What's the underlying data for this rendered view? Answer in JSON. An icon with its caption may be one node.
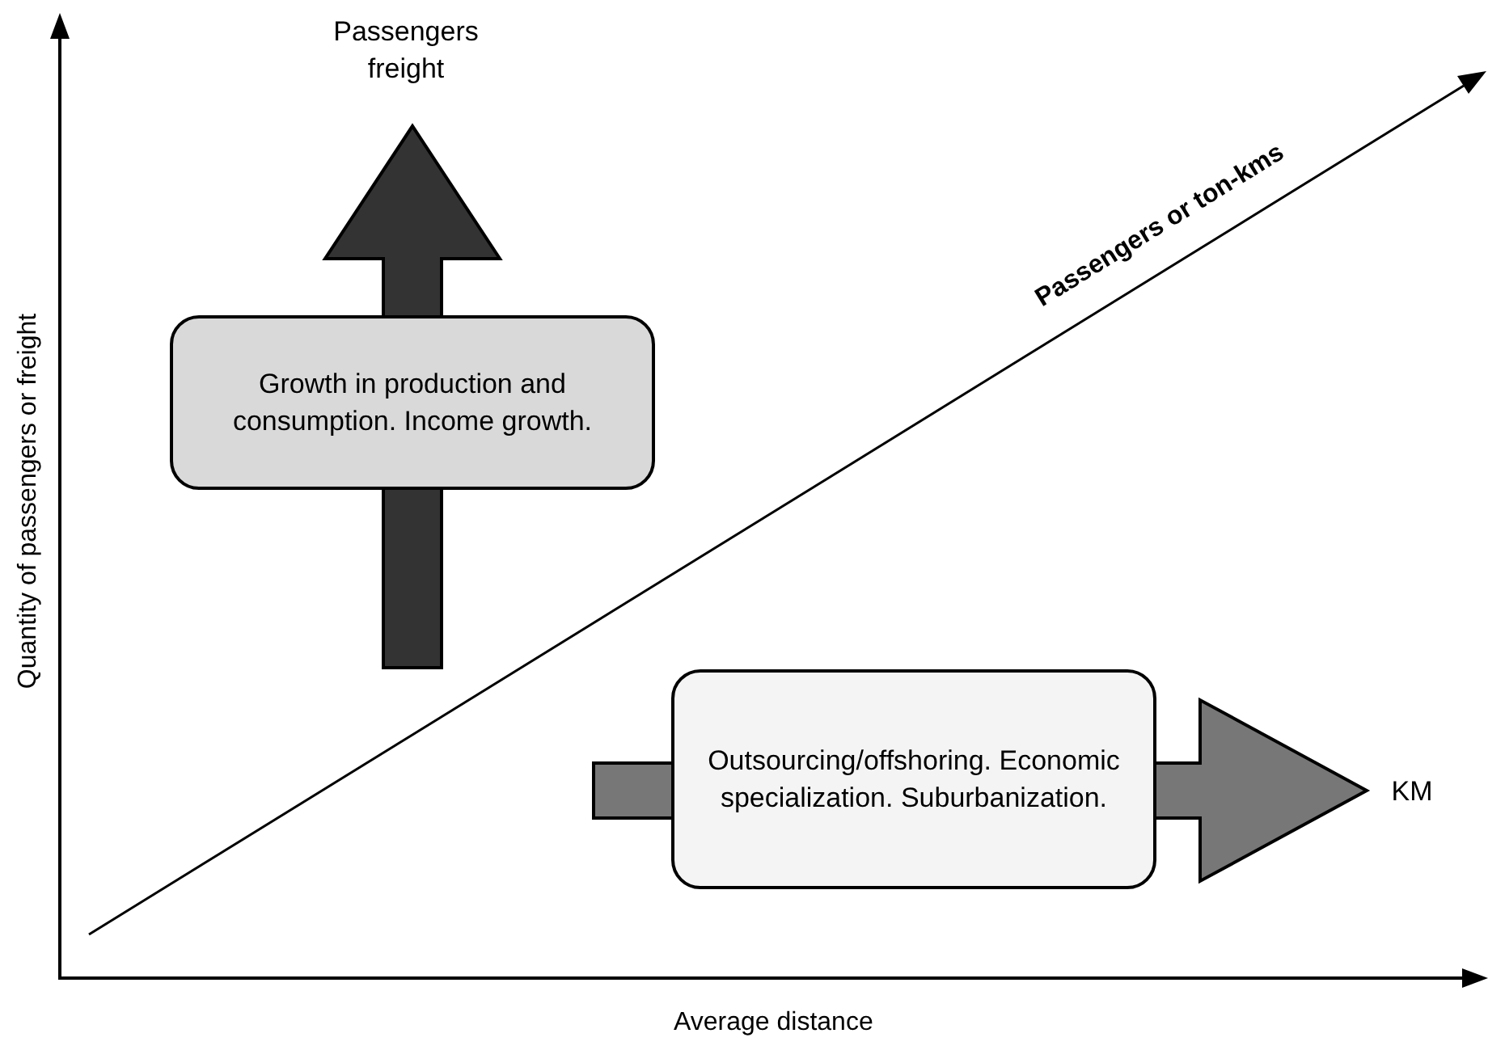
{
  "diagram": {
    "nodes": [
      {
        "text": [
          "Growth in production and consumption. Income growth."
        ]
      },
      {
        "text": [
          "Passengers freight"
        ]
      },
      {
        "text": [
          "Outsourcing/offshoring. Economic specialization. Suburbanization."
        ]
      },
      {
        "text": [
          "KM"
        ]
      }
    ],
    "edges": [
      {
        "from": 0,
        "to": 1,
        "arrow": "to",
        "style": "thick",
        "color": "#333333"
      },
      {
        "from": 2,
        "to": 3,
        "arrow": "to",
        "style": "thick",
        "color": "#777777"
      }
    ],
    "labels": [
      "Passengers or ton-kms",
      "Quantity of passengers or freight",
      "Average distance"
    ]
  }
}
